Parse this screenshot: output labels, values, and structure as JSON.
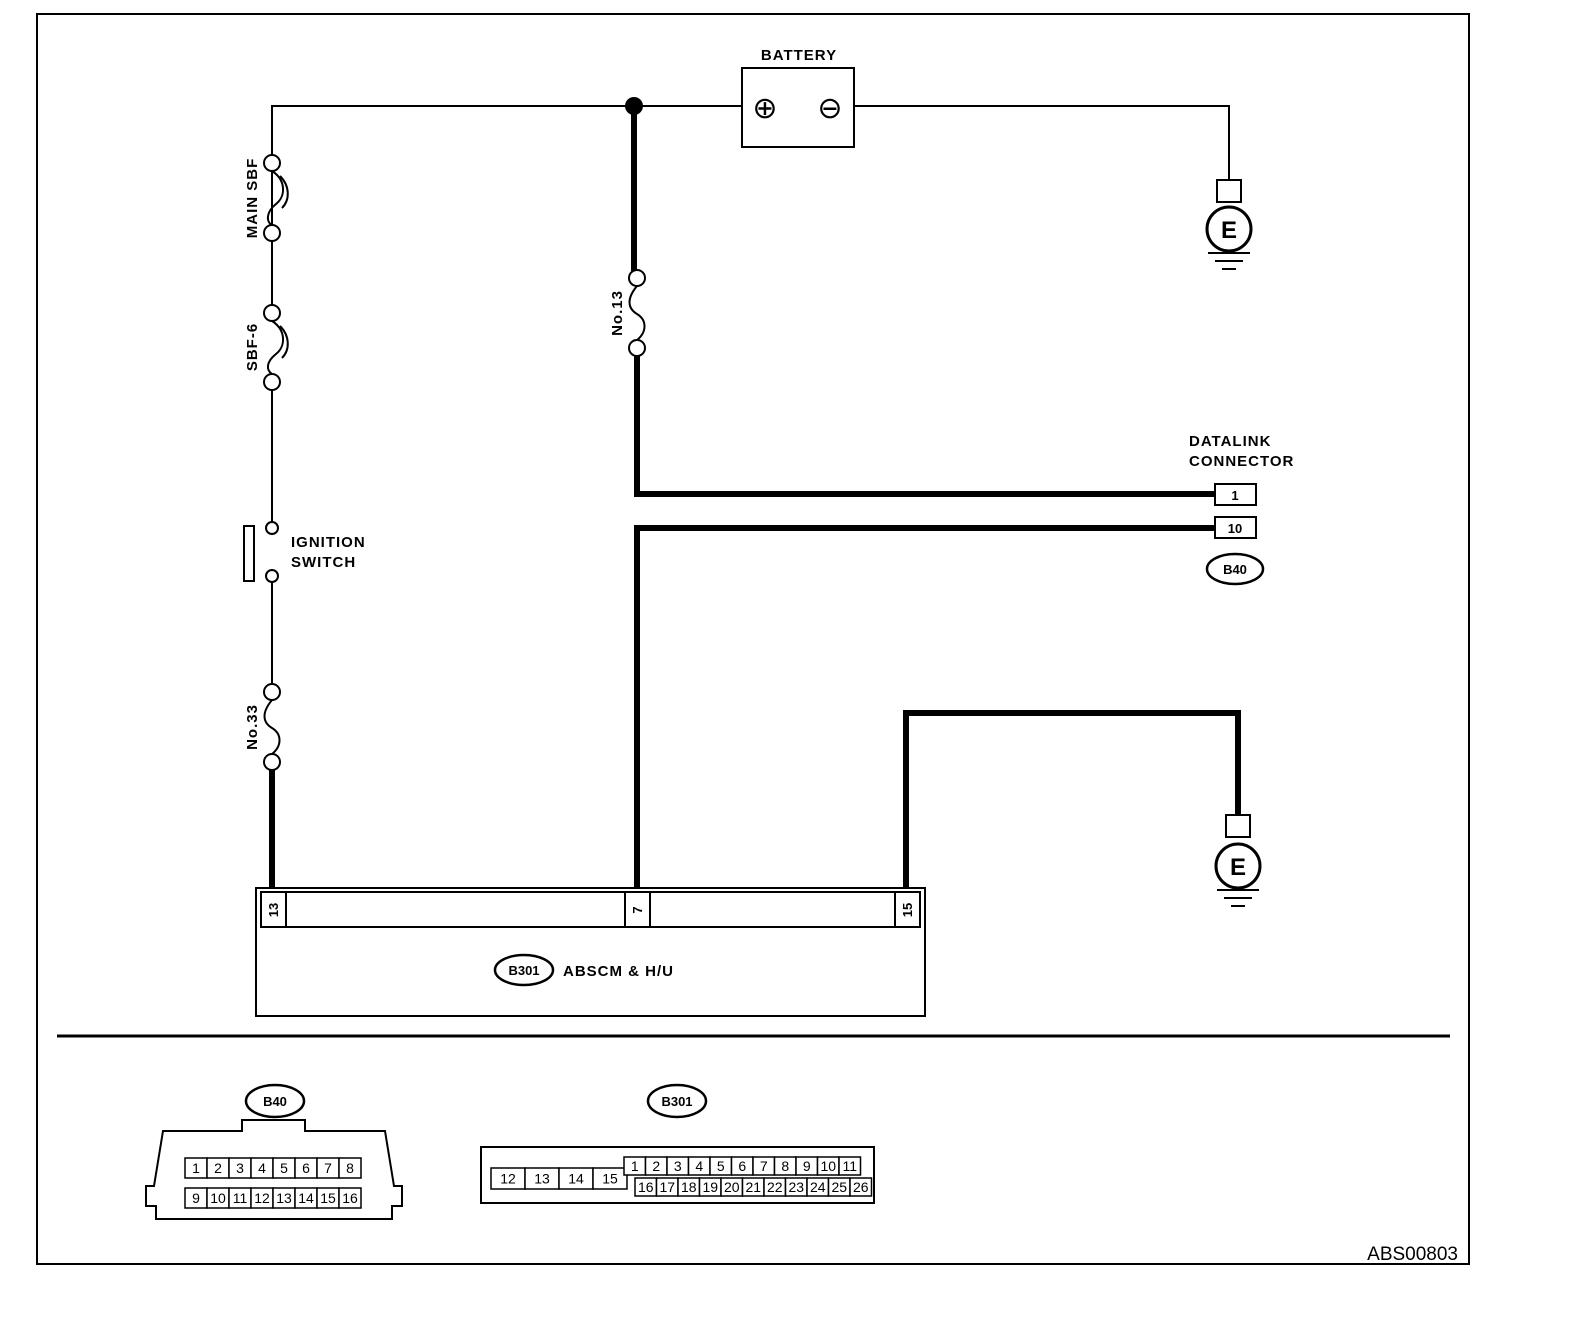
{
  "labels": {
    "battery": "BATTERY",
    "battery_pos": "⊕",
    "battery_neg": "⊖",
    "main_sbf": "MAIN SBF",
    "sbf6": "SBF-6",
    "fuse13": "No.13",
    "fuse33": "No.33",
    "ignition_line1": "IGNITION",
    "ignition_line2": "SWITCH",
    "datalink_line1": "DATALINK",
    "datalink_line2": "CONNECTOR",
    "ground": "E",
    "b40": "B40",
    "b301": "B301",
    "abscm": "ABSCM & H/U",
    "diagram_code": "ABS00803"
  },
  "datalink_pins": [
    "1",
    "10"
  ],
  "abscm_pins": [
    "13",
    "7",
    "15"
  ],
  "b40_connector": {
    "label": "B40",
    "row1": [
      "1",
      "2",
      "3",
      "4",
      "5",
      "6",
      "7",
      "8"
    ],
    "row2": [
      "9",
      "10",
      "11",
      "12",
      "13",
      "14",
      "15",
      "16"
    ]
  },
  "b301_connector": {
    "label": "B301",
    "left": [
      "12",
      "13",
      "14",
      "15"
    ],
    "row1": [
      "1",
      "2",
      "3",
      "4",
      "5",
      "6",
      "7",
      "8",
      "9",
      "10",
      "11"
    ],
    "row2": [
      "16",
      "17",
      "18",
      "19",
      "20",
      "21",
      "22",
      "23",
      "24",
      "25",
      "26"
    ]
  }
}
